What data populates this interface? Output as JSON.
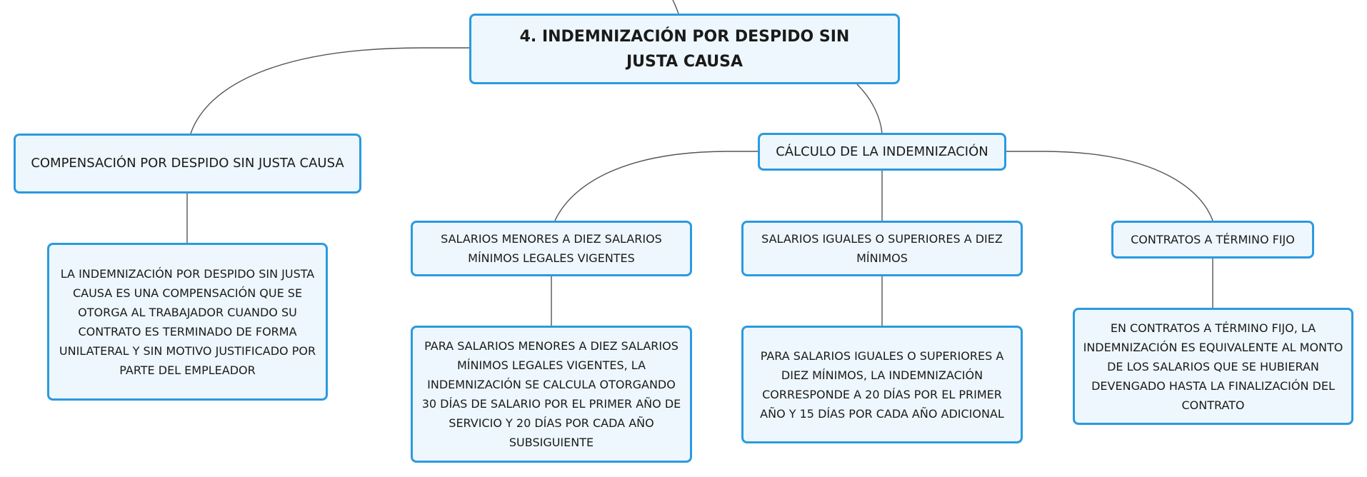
{
  "root": {
    "title": "4. INDEMNIZACIÓN POR DESPIDO SIN JUSTA CAUSA"
  },
  "left": {
    "heading": "COMPENSACIÓN POR DESPIDO SIN JUSTA CAUSA",
    "detail": "LA INDEMNIZACIÓN POR DESPIDO SIN JUSTA CAUSA ES UNA COMPENSACIÓN QUE SE OTORGA AL TRABAJADOR CUANDO SU CONTRATO ES TERMINADO DE FORMA UNILATERAL Y SIN MOTIVO JUSTIFICADO POR PARTE DEL EMPLEADOR"
  },
  "calc": {
    "heading": "CÁLCULO DE LA INDEMNIZACIÓN",
    "branches": [
      {
        "heading": "SALARIOS MENORES A DIEZ SALARIOS MÍNIMOS LEGALES VIGENTES",
        "detail": "PARA SALARIOS MENORES A DIEZ SALARIOS MÍNIMOS LEGALES VIGENTES, LA INDEMNIZACIÓN SE CALCULA OTORGANDO 30 DÍAS DE SALARIO POR EL PRIMER AÑO DE SERVICIO Y 20 DÍAS POR CADA AÑO SUBSIGUIENTE"
      },
      {
        "heading": "SALARIOS IGUALES O SUPERIORES A DIEZ MÍNIMOS",
        "detail": "PARA SALARIOS IGUALES O SUPERIORES A DIEZ MÍNIMOS, LA INDEMNIZACIÓN CORRESPONDE A 20 DÍAS POR EL PRIMER AÑO Y 15 DÍAS POR CADA AÑO ADICIONAL"
      },
      {
        "heading": "CONTRATOS A TÉRMINO FIJO",
        "detail": "EN CONTRATOS A TÉRMINO FIJO, LA INDEMNIZACIÓN ES EQUIVALENTE AL MONTO DE LOS SALARIOS QUE SE HUBIERAN DEVENGADO HASTA LA FINALIZACIÓN DEL CONTRATO"
      }
    ]
  },
  "colors": {
    "node_border": "#2b9adf",
    "node_fill": "#eef7fd",
    "connector": "#555555"
  }
}
